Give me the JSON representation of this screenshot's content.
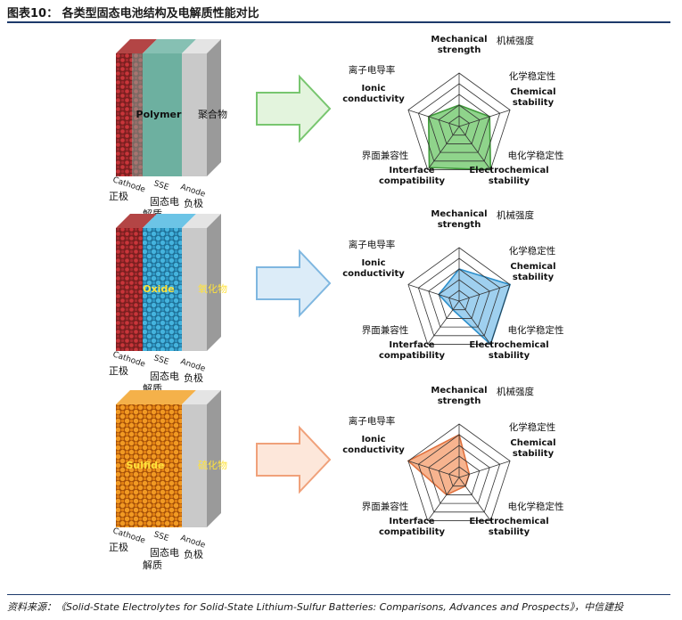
{
  "figure_title": "图表10：  各类型固态电池结构及电解质性能对比",
  "source": "资料来源：《Solid-State Electrolytes for Solid-State Lithium-Sulfur Batteries: Comparisons, Advances and Prospects》，中信建投",
  "layer_labels": {
    "cathode": "Cathode",
    "sse": "SSE",
    "anode": "Anode",
    "cathode_cn": "正极",
    "sse_cn": "固态电解质",
    "anode_cn": "负极"
  },
  "radar_axes": [
    {
      "en": "Mechanical strength",
      "cn": "机械强度"
    },
    {
      "en": "Chemical stability",
      "cn": "化学稳定性"
    },
    {
      "en": "Electrochemical stability",
      "cn": "电化学稳定性"
    },
    {
      "en": "Interface compatibility",
      "cn": "界面兼容性"
    },
    {
      "en": "Ionic conductivity",
      "cn": "离子电导率"
    }
  ],
  "electrolytes": [
    {
      "en": "Polymer",
      "cn": "聚合物",
      "fill": "#8fd48b",
      "stroke": "#3f9a3a",
      "arrow_fill": "#e3f4dd",
      "arrow_stroke": "#78c66f",
      "sse_color": "#5fa08f",
      "values": [
        0.4,
        0.6,
        1.0,
        0.95,
        0.6
      ]
    },
    {
      "en": "Oxide",
      "cn": "氧化物",
      "fill": "#9fd0ef",
      "stroke": "#2c8fcb",
      "arrow_fill": "#dcecf8",
      "arrow_stroke": "#7fb7e0",
      "sse_color": "#3aa6cf",
      "values": [
        0.6,
        1.0,
        1.0,
        0.2,
        0.4
      ]
    },
    {
      "en": "Sulfide",
      "cn": "硫化物",
      "fill": "#f7b48f",
      "stroke": "#e0713d",
      "arrow_fill": "#fde7da",
      "arrow_stroke": "#f0a17a",
      "sse_color": "#e9901e",
      "values": [
        0.8,
        0.2,
        0.2,
        0.4,
        1.0
      ]
    }
  ]
}
